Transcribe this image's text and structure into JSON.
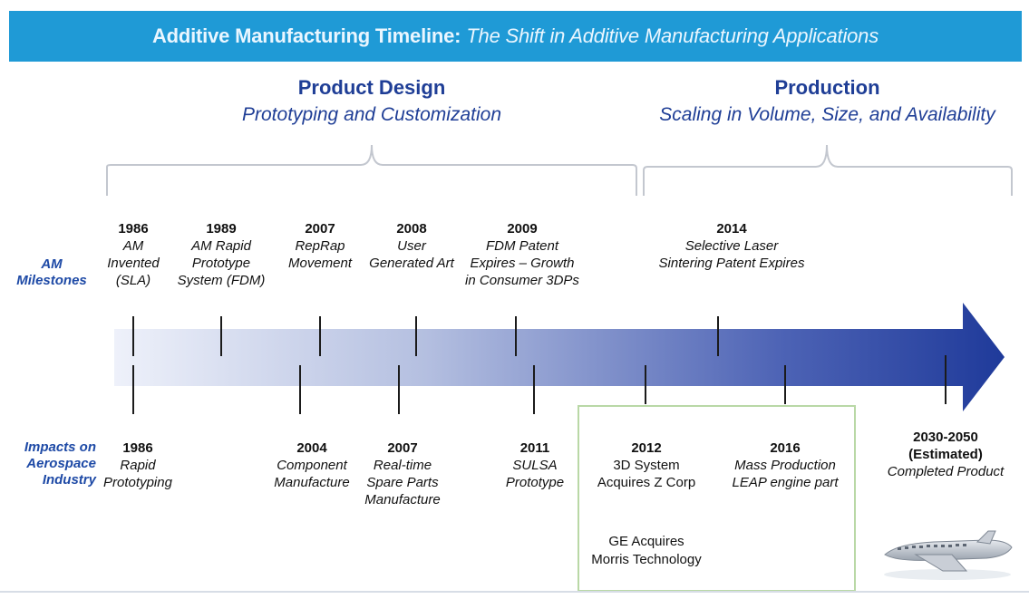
{
  "banner": {
    "title_bold": "Additive Manufacturing Timeline:",
    "title_italic": "The Shift in Additive Manufacturing Applications"
  },
  "phases": {
    "product_design": {
      "title": "Product Design",
      "subtitle": "Prototyping and Customization"
    },
    "production": {
      "title": "Production",
      "subtitle": "Scaling in Volume, Size, and Availability"
    }
  },
  "row_labels": {
    "milestones": [
      "AM",
      "Milestones"
    ],
    "impacts": [
      "Impacts on",
      "Aerospace",
      "Industry"
    ]
  },
  "milestones": [
    {
      "year": "1986",
      "lines": [
        "AM",
        "Invented",
        "(SLA)"
      ]
    },
    {
      "year": "1989",
      "lines": [
        "AM Rapid",
        "Prototype",
        "System (FDM)"
      ]
    },
    {
      "year": "2007",
      "lines": [
        "RepRap",
        "Movement"
      ]
    },
    {
      "year": "2008",
      "lines": [
        "User",
        "Generated Art"
      ]
    },
    {
      "year": "2009",
      "lines": [
        "FDM Patent",
        "Expires – Growth",
        "in Consumer 3DPs"
      ]
    },
    {
      "year": "2014",
      "lines": [
        "Selective Laser",
        "Sintering Patent Expires"
      ]
    }
  ],
  "impacts": [
    {
      "year": "1986",
      "lines": [
        "Rapid",
        "Prototyping"
      ]
    },
    {
      "year": "2004",
      "lines": [
        "Component",
        "Manufacture"
      ]
    },
    {
      "year": "2007",
      "lines": [
        "Real-time",
        "Spare Parts",
        "Manufacture"
      ]
    },
    {
      "year": "2011",
      "lines": [
        "SULSA",
        "Prototype"
      ]
    },
    {
      "year": "2012",
      "lines": [
        "3D System",
        "Acquires Z Corp"
      ]
    },
    {
      "year": "2016",
      "lines": [
        "Mass Production",
        "LEAP engine part"
      ]
    },
    {
      "year": "2030-2050",
      "lines": [
        "(Estimated)",
        "Completed Product"
      ]
    }
  ],
  "ge_note": [
    "GE Acquires",
    "Morris Technology"
  ],
  "colors": {
    "banner": "#1f9ad6",
    "heading_blue": "#1f3e96",
    "arrow_light": "#eef1fa",
    "arrow_dark": "#1f3a9a",
    "highlight_box_border": "#b9d8a6"
  },
  "icons": [
    "aircraft-icon"
  ]
}
